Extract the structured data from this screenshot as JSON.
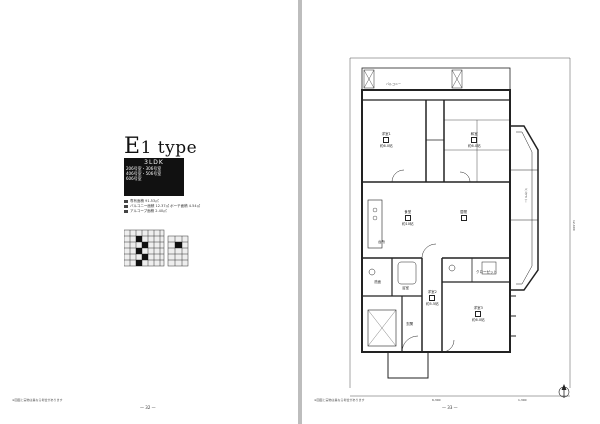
{
  "left_page": {
    "type_title": {
      "prefix": "E",
      "number": "1",
      "word": "type"
    },
    "spec": {
      "layout": "3LDK",
      "line1": "206号室・306号室",
      "line2": "406号室・506号室",
      "line3": "606号室"
    },
    "legend": [
      "専有面積 91.53㎡",
      "バルコニー面積 12.37㎡ ポーチ面積 4.54㎡",
      "アルコーブ面積 2.40㎡"
    ],
    "page_number": "— 32 —",
    "footer": "※図面と実物は異なる場合があります"
  },
  "right_page": {
    "balcony_top": "バルコニー",
    "balcony_right": "バルコニー",
    "rooms": {
      "western1": {
        "name": "洋室1",
        "size": "約6.0帖"
      },
      "japanese": {
        "name": "和室",
        "size": "約6.0帖"
      },
      "dining": {
        "name": "食堂",
        "size": "約10帖"
      },
      "living": {
        "name": "居間",
        "size": ""
      },
      "kitchen": {
        "name": "台所",
        "size": ""
      },
      "western2": {
        "name": "洋室2",
        "size": "約5.5帖"
      },
      "western3": {
        "name": "洋室3",
        "size": "約6.0帖"
      },
      "bath": {
        "name": "浴室",
        "size": ""
      },
      "washroom": {
        "name": "洗面",
        "size": ""
      },
      "entrance": {
        "name": "玄関",
        "size": ""
      },
      "closet": {
        "name": "クローゼット",
        "size": ""
      }
    },
    "page_number": "— 33 —",
    "footer": "※図面と実物は異なる場合があります",
    "dimensions": {
      "bottom_left": "6,300",
      "bottom_right": "1,300",
      "right_side": "12,400"
    }
  }
}
